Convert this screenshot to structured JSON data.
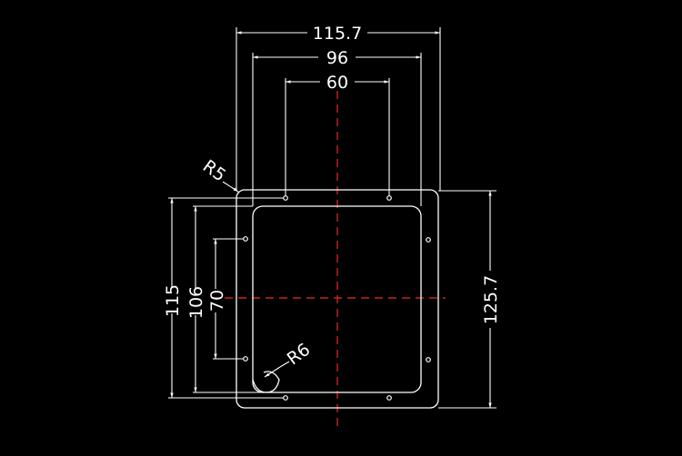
{
  "colors": {
    "background": "#000000",
    "line": "#ffffff",
    "centerline": "#cc2222"
  },
  "dimensions": {
    "width_overall": "115.7",
    "width_mid": "96",
    "width_inner": "60",
    "height_overall": "115",
    "height_mid": "106",
    "height_inner": "70",
    "height_right": "125.7",
    "radius_outer": "R5",
    "radius_inner": "R6"
  }
}
